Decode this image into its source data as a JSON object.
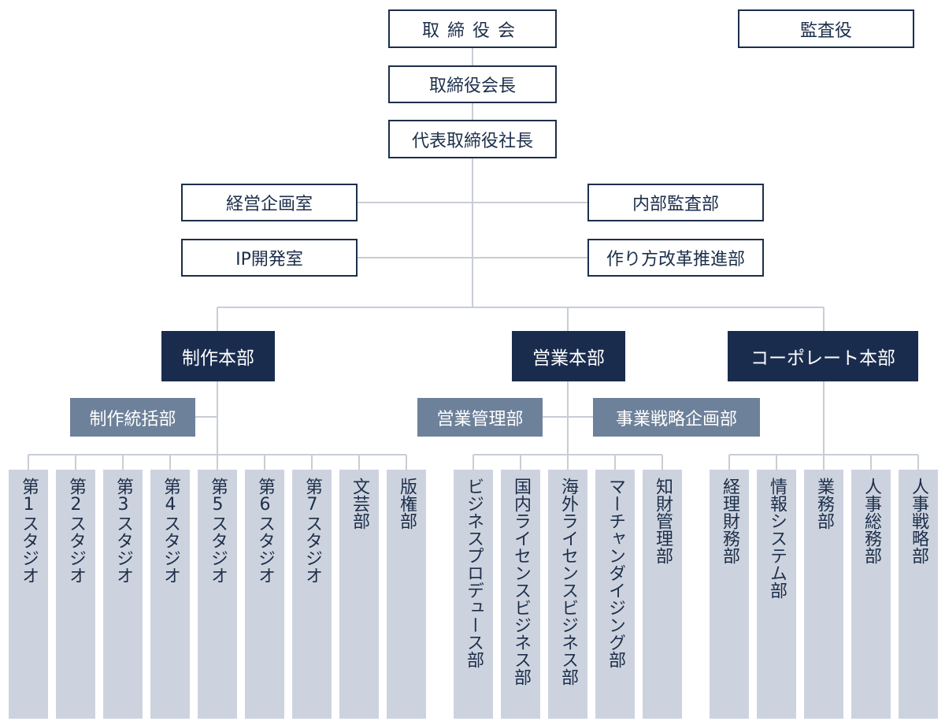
{
  "top": {
    "board": "取締役会",
    "auditor": "監査役",
    "chairman": "取締役会長",
    "president": "代表取締役社長"
  },
  "staff": {
    "planning": "経営企画室",
    "ip": "IP開発室",
    "audit": "内部監査部",
    "reform": "作り方改革推進部"
  },
  "divisions": {
    "production": {
      "name": "制作本部",
      "sub": "制作統括部",
      "units": [
        "第1スタジオ",
        "第2スタジオ",
        "第3スタジオ",
        "第4スタジオ",
        "第5スタジオ",
        "第6スタジオ",
        "第7スタジオ",
        "文芸部",
        "版権部"
      ]
    },
    "sales": {
      "name": "営業本部",
      "sub_left": "営業管理部",
      "sub_right": "事業戦略企画部",
      "units": [
        "ビジネスプロデュース部",
        "国内ライセンスビジネス部",
        "海外ライセンスビジネス部",
        "マーチャンダイジング部",
        "知財管理部"
      ]
    },
    "corporate": {
      "name": "コーポレート本部",
      "units": [
        "経理財務部",
        "情報システム部",
        "業務部",
        "人事総務部",
        "人事戦略部"
      ]
    }
  },
  "colors": {
    "navy": "#1a2c4e",
    "slate": "#6e819a",
    "column": "#cdd3de",
    "line": "#c8cdd6"
  }
}
